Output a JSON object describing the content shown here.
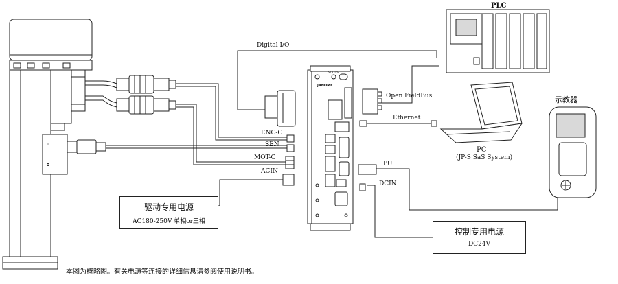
{
  "labels": {
    "plc": "PLC",
    "digital_io": "Digital I/O",
    "open_fieldbus": "Open FieldBus",
    "ethernet": "Ethernet",
    "pc": "PC",
    "pc_sub": "(JP-S SaS System)",
    "teach_pendant": "示教器",
    "enc_c": "ENC-C",
    "sen": "SEN",
    "mot_c": "MOT-C",
    "acin": "ACIN",
    "pu": "PU",
    "dcin": "DCIN",
    "controller_brand": "JANOME",
    "controller_status": "STATUS"
  },
  "drive_power": {
    "title": "驱动专用电源",
    "spec": "AC180-250V  单相or三相"
  },
  "control_power": {
    "title": "控制专用电源",
    "spec": "DC24V"
  },
  "footnote": "本图为概略图。有关电源等连接的详细信息请参阅使用说明书。",
  "colors": {
    "line": "#222222",
    "fill_gray": "#e6e6e6",
    "screen": "#d9d9d9"
  }
}
